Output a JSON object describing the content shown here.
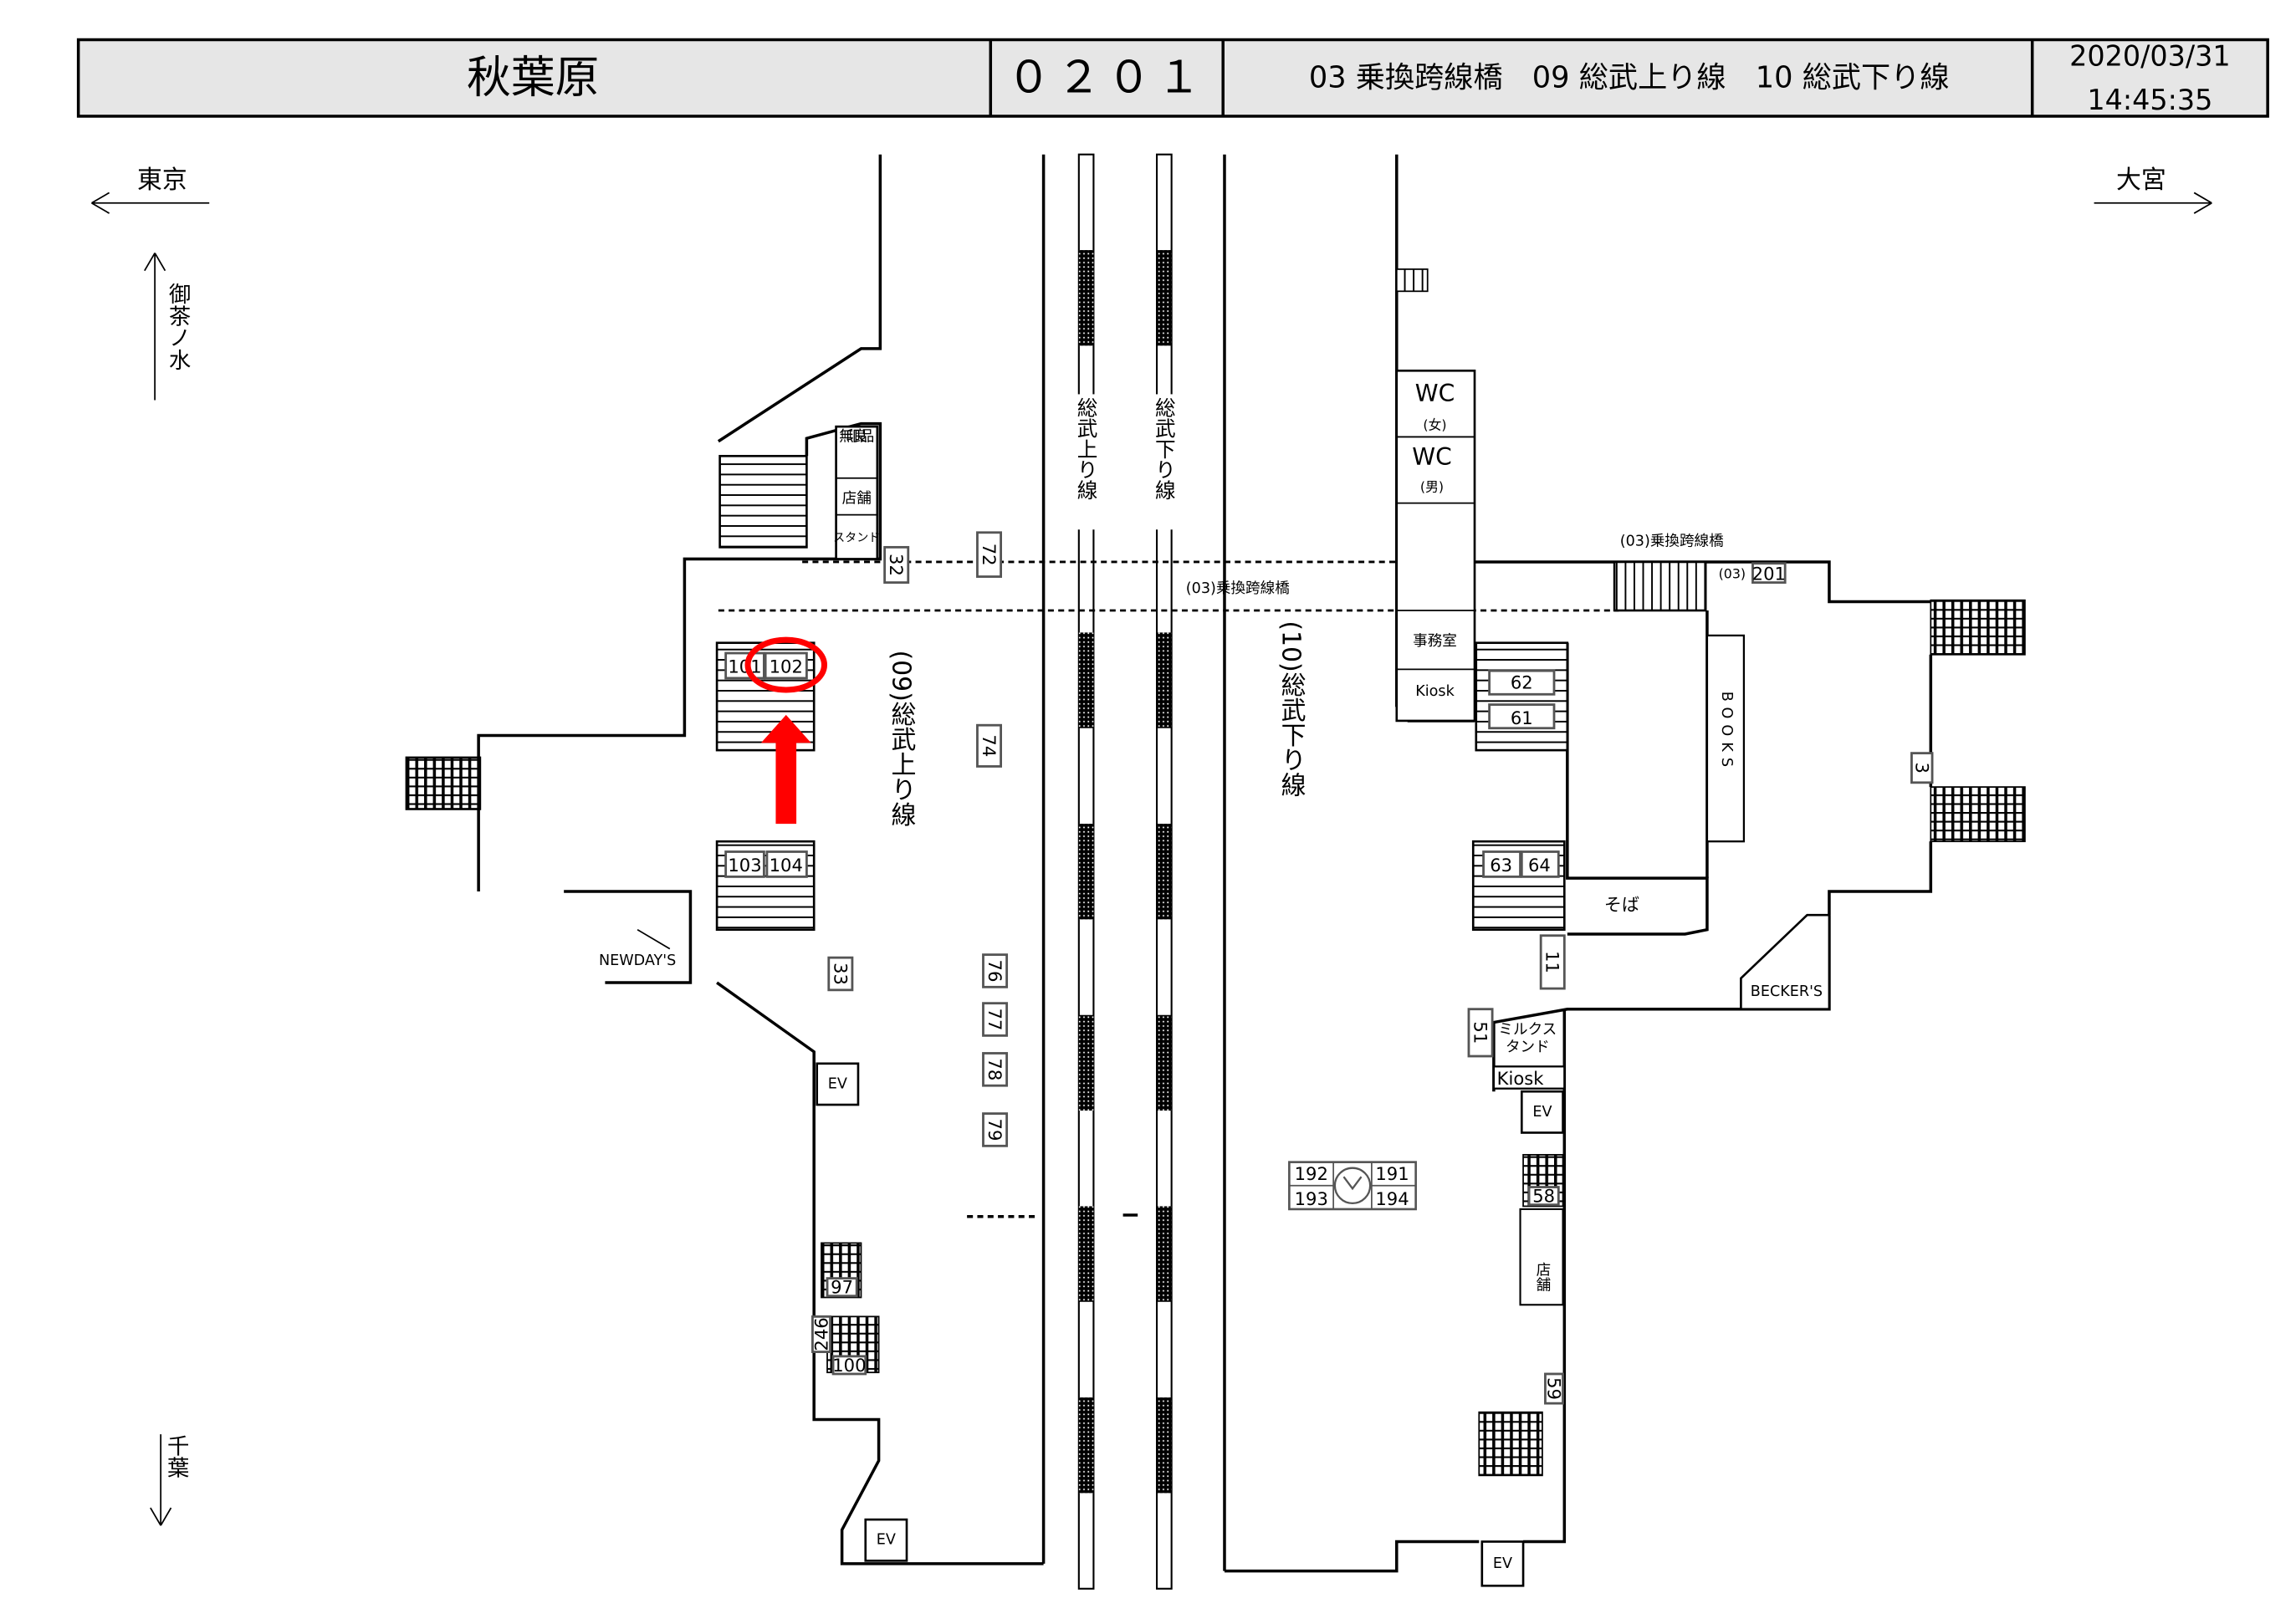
{
  "header": {
    "station_name": "秋葉原",
    "station_code": "０２０１",
    "lines": "03 乗換跨線橋　09 総武上り線　10 総武下り線",
    "date": "2020/03/31",
    "time": "14:45:35"
  },
  "directions": {
    "west": "東京",
    "east": "大宮",
    "north": "御茶ノ水",
    "south": "千葉"
  },
  "platforms": {
    "up_line_label": "(09)総武上り線",
    "down_line_label": "(10)総武下り線",
    "track_up": "総武上り線",
    "track_down": "総武下り線",
    "bridge_label": "(03)乗換跨線橋",
    "bridge_label_2": "(03)乗換跨線橋",
    "bridge_code": "(03)"
  },
  "facilities": {
    "muji": "無印良品",
    "shop_1": "店舗",
    "stand": "スタンド",
    "wc_women": "WC",
    "wc_women_sub": "(女)",
    "wc_men": "WC",
    "wc_men_sub": "(男)",
    "office": "事務室",
    "kiosk_1": "Kiosk",
    "kiosk_2": "Kiosk",
    "books": "BOOKS",
    "soba": "そば",
    "beckers": "BECKER'S",
    "milk_stand": "ミルクスタンド",
    "newdays": "NEWDAY'S",
    "shop_2": "店舗",
    "ev_1": "EV",
    "ev_2": "EV",
    "ev_3": "EV",
    "ev_4": "EV"
  },
  "markers": {
    "m32": "32",
    "m72": "72",
    "m74": "74",
    "m33": "33",
    "m76": "76",
    "m77": "77",
    "m78": "78",
    "m79": "79",
    "m101": "101",
    "m102": "102",
    "m103": "103",
    "m104": "104",
    "m62": "62",
    "m61": "61",
    "m63": "63",
    "m64": "64",
    "m201": "201",
    "m3": "3",
    "m11": "11",
    "m51": "51",
    "m58": "58",
    "m59": "59",
    "m97": "97",
    "m246": "246",
    "m100": "100",
    "m191": "191",
    "m192": "192",
    "m193": "193",
    "m194": "194"
  },
  "highlight": {
    "target_marker": "102",
    "color": "#ff0000"
  }
}
